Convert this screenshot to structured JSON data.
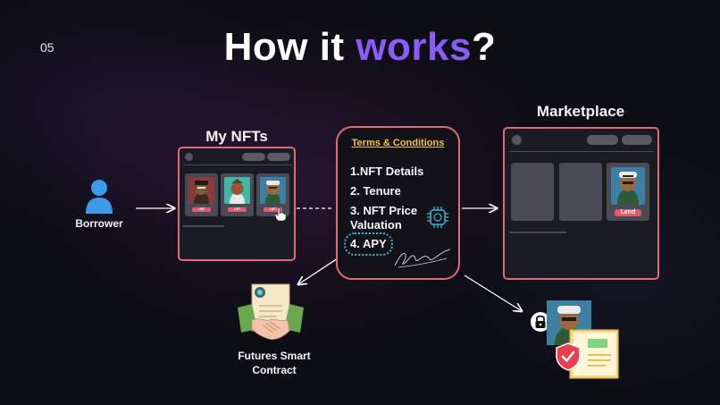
{
  "slide": {
    "number": "05"
  },
  "title": {
    "prefix": "How it ",
    "accent": "works",
    "suffix": "?"
  },
  "colors": {
    "accent": "#8b5cf6",
    "panel_border": "#e06b78",
    "terms_title": "#f0c24b",
    "apy_ring": "#3ab7d6",
    "button": "#e15a6a"
  },
  "borrower": {
    "label": "Borrower",
    "icon": "user-icon"
  },
  "my_nfts": {
    "title": "My NFTs",
    "cards": [
      {
        "button": "LIST"
      },
      {
        "button": "LIST"
      },
      {
        "button": "LIST"
      }
    ]
  },
  "terms": {
    "title": "Terms & Conditions",
    "items": [
      "1.NFT Details",
      "2. Tenure",
      "3. NFT Price",
      "Valuation",
      "4. APY"
    ]
  },
  "marketplace": {
    "title": "Marketplace",
    "card_button": "Lend"
  },
  "futures": {
    "line1": "Futures Smart",
    "line2": "Contract"
  }
}
